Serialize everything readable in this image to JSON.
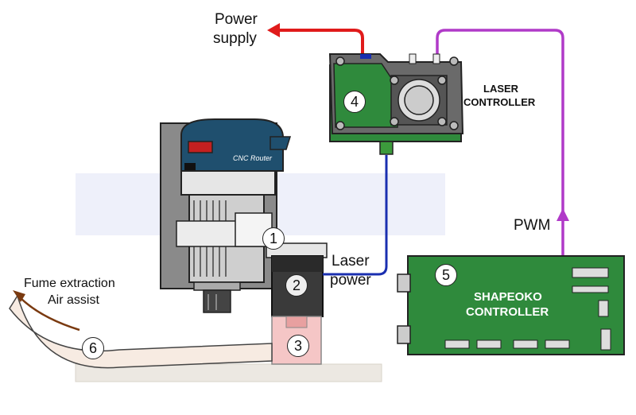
{
  "labels": {
    "power_supply_line1": "Power",
    "power_supply_line2": "supply",
    "laser_controller_line1": "LASER",
    "laser_controller_line2": "CONTROLLER",
    "pwm": "PWM",
    "laser_power_line1": "Laser",
    "laser_power_line2": "power",
    "fume_line1": "Fume extraction",
    "fume_line2": "Air assist",
    "shapeoko_line1": "SHAPEOKO",
    "shapeoko_line2": "CONTROLLER",
    "router_brand": "CNC Router"
  },
  "callouts": {
    "n1": "1",
    "n2": "2",
    "n3": "3",
    "n4": "4",
    "n5": "5",
    "n6": "6"
  },
  "colors": {
    "power_wire": "#e01b1b",
    "pwm_wire": "#b03ac8",
    "laser_power_wire": "#1a2fb0",
    "pcb_green": "#2f8a3c",
    "fume_arrow": "#7a3a10"
  }
}
